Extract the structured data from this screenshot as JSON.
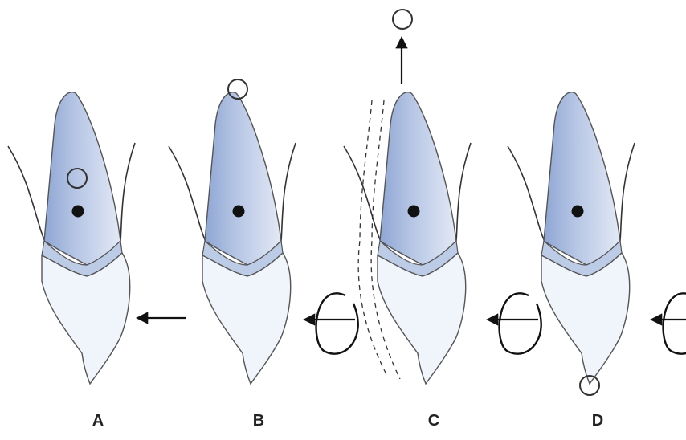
{
  "panels": [
    {
      "label": "A",
      "force": "arrow",
      "marker": "circle",
      "displacement": false
    },
    {
      "label": "B",
      "force": "arrow-with-moment",
      "marker": "circle",
      "displacement": false
    },
    {
      "label": "C",
      "force": "arrow-with-moment",
      "marker": "circle",
      "displacement": true
    },
    {
      "label": "D",
      "force": "arrow-with-moment",
      "marker": "circle",
      "displacement": false
    }
  ],
  "colors": {
    "crown_fill": "#c7d3ea",
    "crown_dark": "#8fa6d4",
    "root_fill": "#f2f5fb",
    "outline": "#4a4a4a",
    "ink": "#111111"
  }
}
